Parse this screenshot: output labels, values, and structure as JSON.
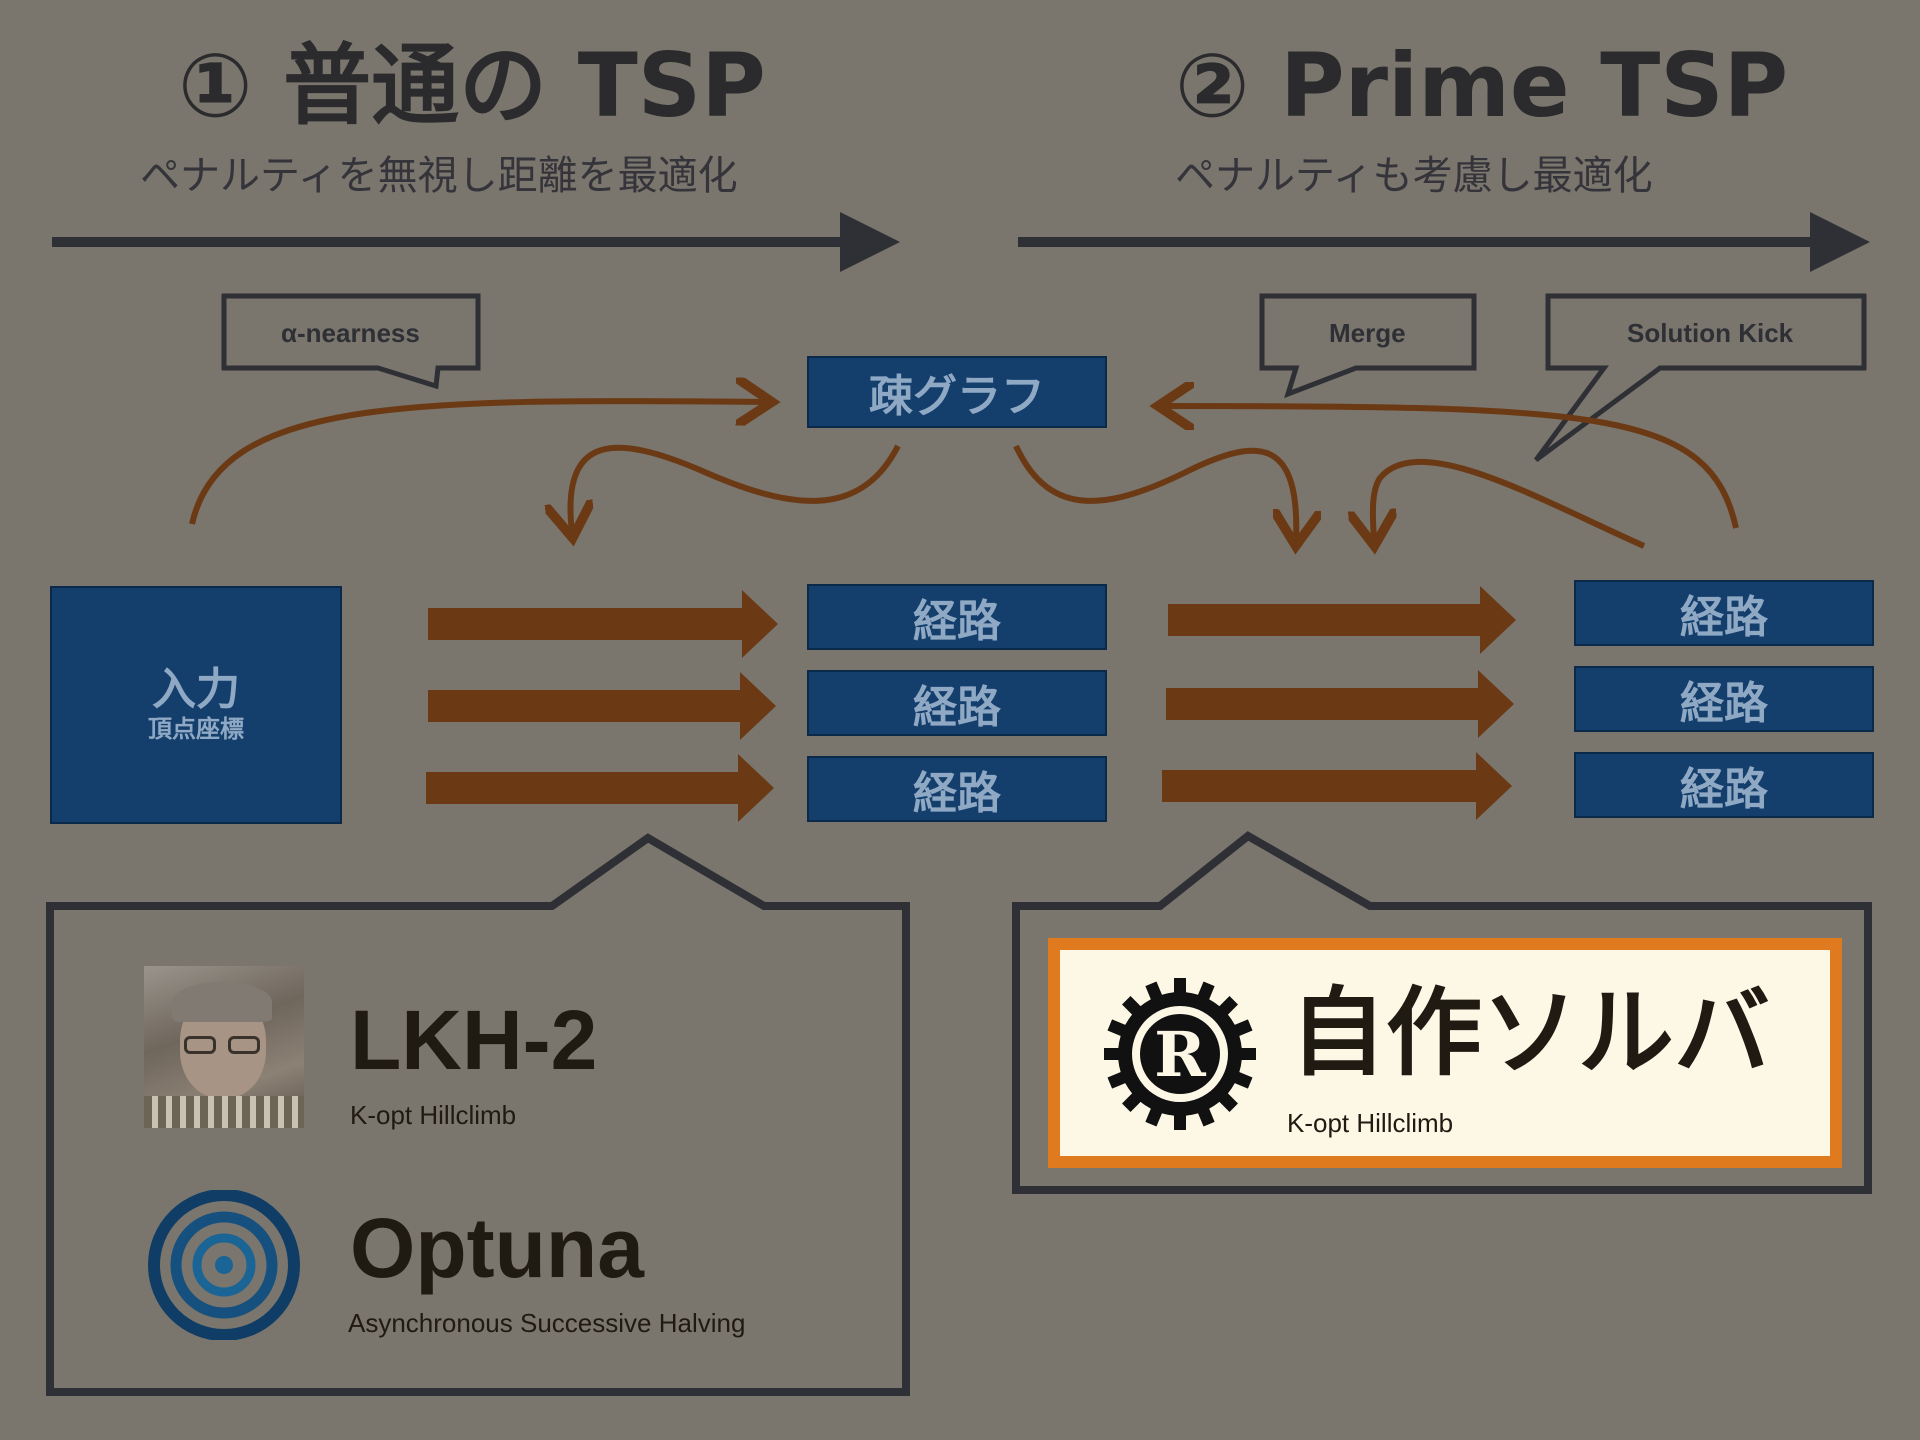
{
  "header": {
    "left_title": "① 普通の TSP",
    "left_subtitle": "ペナルティを無視し距離を最適化",
    "right_title": "② Prime TSP",
    "right_subtitle": "ペナルティも考慮し最適化"
  },
  "callouts": {
    "alpha": "α-nearness",
    "merge": "Merge",
    "kick": "Solution Kick"
  },
  "nodes": {
    "sparse_graph": "疎グラフ",
    "input_title": "入力",
    "input_sub": "頂点座標",
    "routes_left": [
      "経路",
      "経路",
      "経路"
    ],
    "routes_right": [
      "経路",
      "経路",
      "経路"
    ]
  },
  "tools_left": {
    "lkh_name": "LKH-2",
    "lkh_desc": "K-opt Hillclimb",
    "optuna_name": "Optuna",
    "optuna_desc": "Asynchronous Successive Halving"
  },
  "tools_right": {
    "solver_name": "自作ソルバ",
    "solver_desc": "K-opt Hillclimb",
    "rust_logo_letter": "R"
  },
  "colors": {
    "background": "#7a756d",
    "box": "#143e6b",
    "arrow_brown": "#6b3a14",
    "highlight_orange": "#e07a1f"
  }
}
